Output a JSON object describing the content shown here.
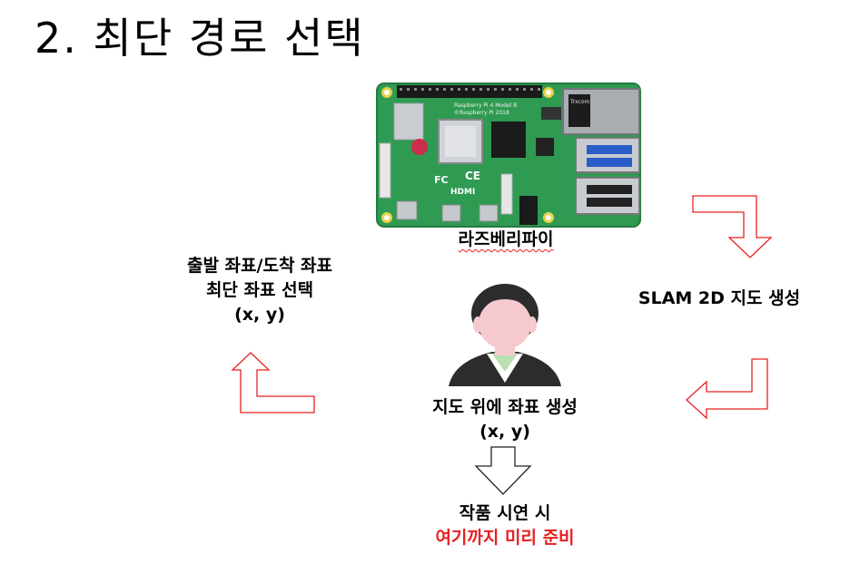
{
  "title": "2. 최단 경로 선택",
  "board_label": "라즈베리파이",
  "slam_label": "SLAM 2D 지도 생성",
  "start_end": {
    "line1": "출발 좌표/도착 좌표",
    "line2": "최단 좌표 선택",
    "line3": "(x, y)"
  },
  "user_coords": {
    "line1": "지도 위에 좌표 생성",
    "line2": "(x, y)"
  },
  "demo": {
    "line1": "작품 시연 시",
    "line2": "여기까지 미리 준비"
  },
  "colors": {
    "arrow_red": "#e82020",
    "board_green": "#2f9a52",
    "person_dark": "#2c2c2c",
    "face_pink": "#f6c9cf"
  },
  "board_text": [
    "Raspberry Pi 4 Model B",
    "©Raspberry Pi 2018",
    "Trxcom",
    "CE",
    "FC",
    "HDMI"
  ]
}
